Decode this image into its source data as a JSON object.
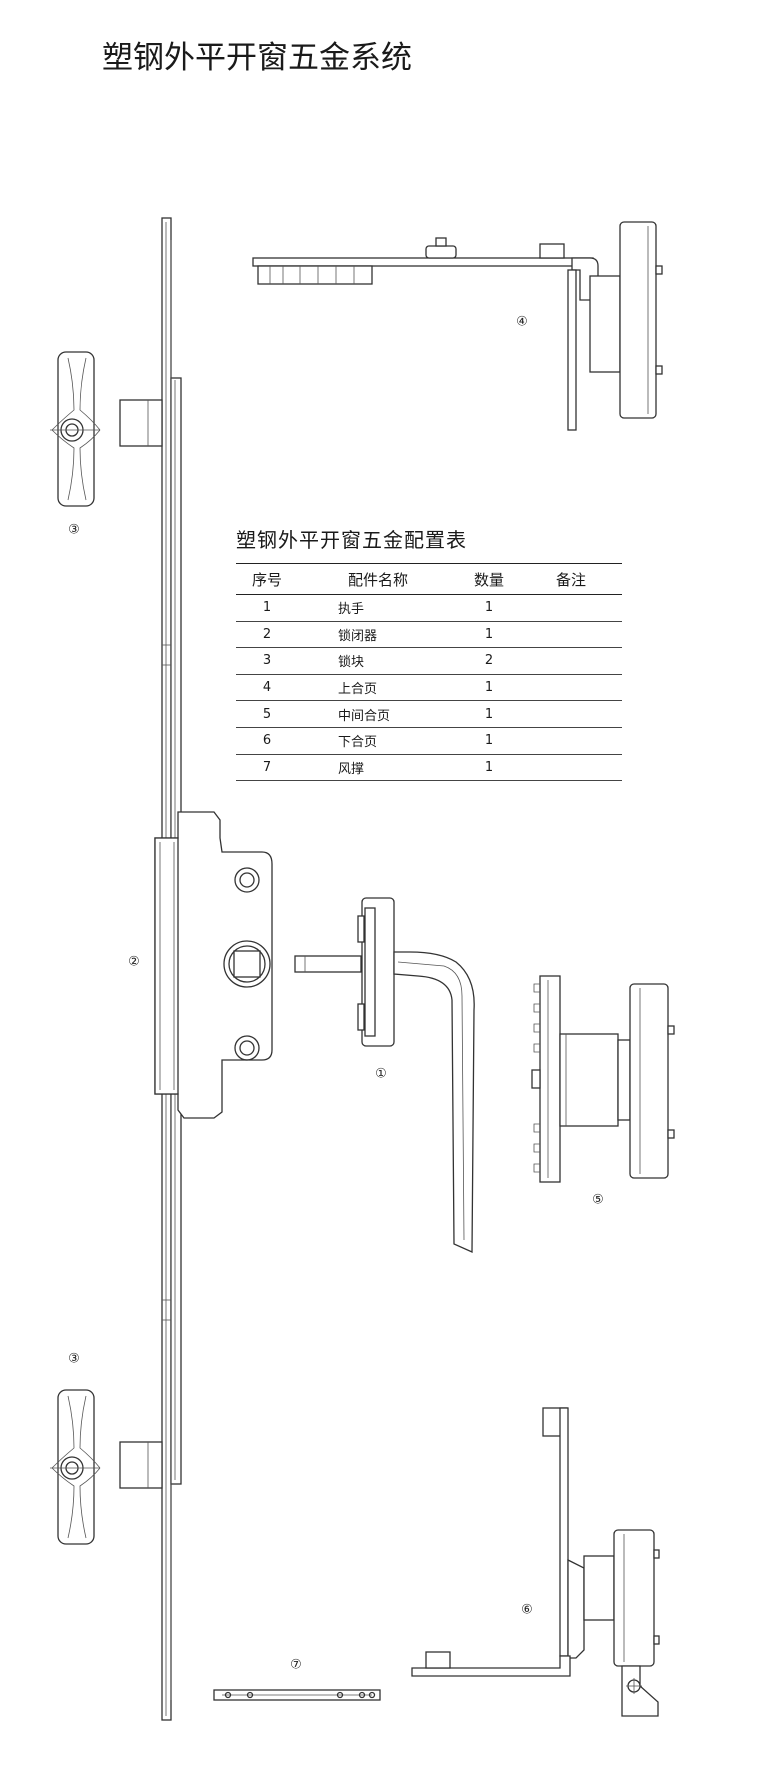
{
  "page": {
    "title": "塑钢外平开窗五金系统"
  },
  "config_table": {
    "title": "塑钢外平开窗五金配置表",
    "headers": {
      "no": "序号",
      "name": "配件名称",
      "qty": "数量",
      "note": "备注"
    },
    "rows": [
      {
        "no": "1",
        "name": "执手",
        "qty": "1",
        "note": ""
      },
      {
        "no": "2",
        "name": "锁闭器",
        "qty": "1",
        "note": ""
      },
      {
        "no": "3",
        "name": "锁块",
        "qty": "2",
        "note": ""
      },
      {
        "no": "4",
        "name": "上合页",
        "qty": "1",
        "note": ""
      },
      {
        "no": "5",
        "name": "中间合页",
        "qty": "1",
        "note": ""
      },
      {
        "no": "6",
        "name": "下合页",
        "qty": "1",
        "note": ""
      },
      {
        "no": "7",
        "name": "风撑",
        "qty": "1",
        "note": ""
      }
    ]
  },
  "callouts": {
    "handle": "①",
    "lock_bar": "②",
    "lock_block_top": "③",
    "lock_block_bottom": "③",
    "top_hinge": "④",
    "middle_hinge": "⑤",
    "bottom_hinge": "⑥",
    "friction_stay": "⑦"
  },
  "colors": {
    "line": "#333333",
    "text": "#1a1a1a",
    "background": "#ffffff"
  }
}
